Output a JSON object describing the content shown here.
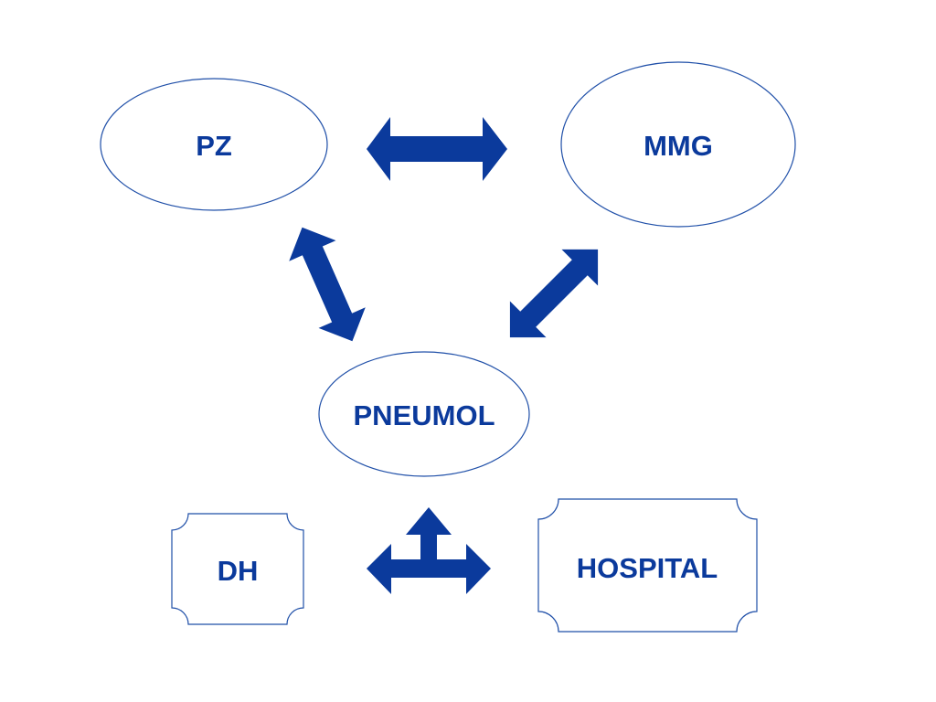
{
  "colors": {
    "accent": "#0b3a9c",
    "outline": "#1f4fa8",
    "background": "#ffffff"
  },
  "nodes": {
    "pz": {
      "label": "PZ",
      "shape": "ellipse"
    },
    "mmg": {
      "label": "MMG",
      "shape": "ellipse"
    },
    "pneumol": {
      "label": "PNEUMOL",
      "shape": "ellipse"
    },
    "dh": {
      "label": "DH",
      "shape": "notched-rectangle"
    },
    "hospital": {
      "label": "HOSPITAL",
      "shape": "notched-rectangle"
    }
  },
  "connections": [
    {
      "from": "PZ",
      "to": "MMG",
      "type": "bidirectional-arrow"
    },
    {
      "from": "PZ",
      "to": "PNEUMOL",
      "type": "bidirectional-arrow"
    },
    {
      "from": "MMG",
      "to": "PNEUMOL",
      "type": "bidirectional-arrow"
    },
    {
      "from": "PNEUMOL",
      "to": [
        "DH",
        "HOSPITAL"
      ],
      "type": "three-way-arrow"
    }
  ]
}
